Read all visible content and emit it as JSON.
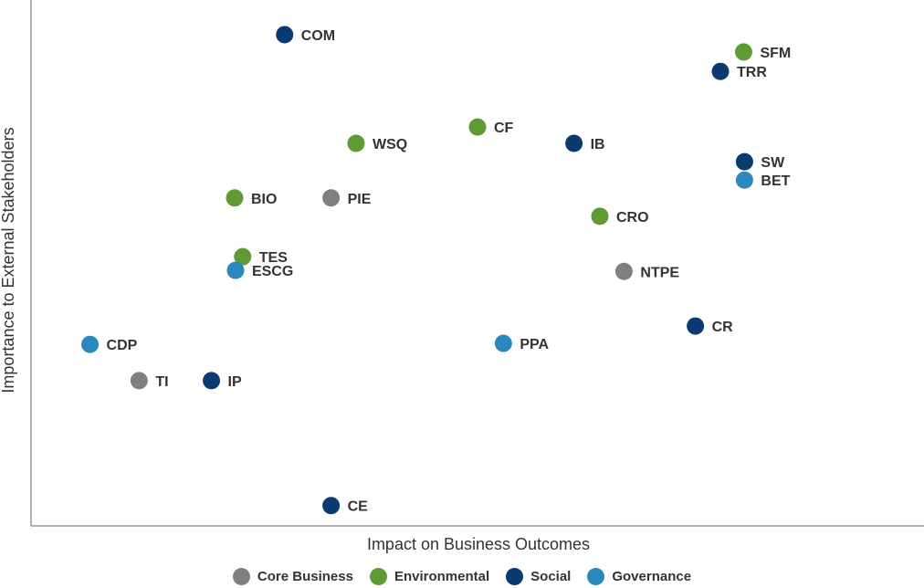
{
  "chart_data": {
    "type": "scatter",
    "title": "",
    "xlabel": "Impact on Business Outcomes",
    "ylabel": "Importance to External Stakeholders",
    "xlim": [
      0,
      100
    ],
    "ylim": [
      0,
      100
    ],
    "grid": false,
    "legend_placement": "bottom",
    "categories": [
      {
        "name": "Core Business",
        "color": "#808083"
      },
      {
        "name": "Environmental",
        "color": "#5f9a34"
      },
      {
        "name": "Social",
        "color": "#0a3a70"
      },
      {
        "name": "Governance",
        "color": "#2a88bd"
      }
    ],
    "points": [
      {
        "label": "COM",
        "x": 28.4,
        "y": 93.4,
        "category": 2
      },
      {
        "label": "SFM",
        "x": 79.8,
        "y": 90.1,
        "category": 1
      },
      {
        "label": "TRR",
        "x": 77.2,
        "y": 86.4,
        "category": 2
      },
      {
        "label": "CF",
        "x": 50.0,
        "y": 75.8,
        "category": 1
      },
      {
        "label": "WSQ",
        "x": 36.4,
        "y": 72.7,
        "category": 1
      },
      {
        "label": "IB",
        "x": 60.8,
        "y": 72.7,
        "category": 2
      },
      {
        "label": "SW",
        "x": 79.9,
        "y": 69.2,
        "category": 2
      },
      {
        "label": "BET",
        "x": 79.9,
        "y": 65.7,
        "category": 3
      },
      {
        "label": "BIO",
        "x": 22.8,
        "y": 62.3,
        "category": 1
      },
      {
        "label": "PIE",
        "x": 33.6,
        "y": 62.3,
        "category": 0
      },
      {
        "label": "CRO",
        "x": 63.7,
        "y": 58.8,
        "category": 1
      },
      {
        "label": "TES",
        "x": 23.7,
        "y": 51.1,
        "category": 1
      },
      {
        "label": "ESCG",
        "x": 22.9,
        "y": 48.5,
        "category": 3
      },
      {
        "label": "NTPE",
        "x": 66.4,
        "y": 48.3,
        "category": 0
      },
      {
        "label": "CR",
        "x": 74.4,
        "y": 37.9,
        "category": 2
      },
      {
        "label": "CDP",
        "x": 6.6,
        "y": 34.4,
        "category": 3
      },
      {
        "label": "PPA",
        "x": 52.9,
        "y": 34.6,
        "category": 3
      },
      {
        "label": "TI",
        "x": 12.1,
        "y": 27.5,
        "category": 0
      },
      {
        "label": "IP",
        "x": 20.2,
        "y": 27.5,
        "category": 2
      },
      {
        "label": "CE",
        "x": 33.6,
        "y": 3.7,
        "category": 2
      }
    ]
  }
}
